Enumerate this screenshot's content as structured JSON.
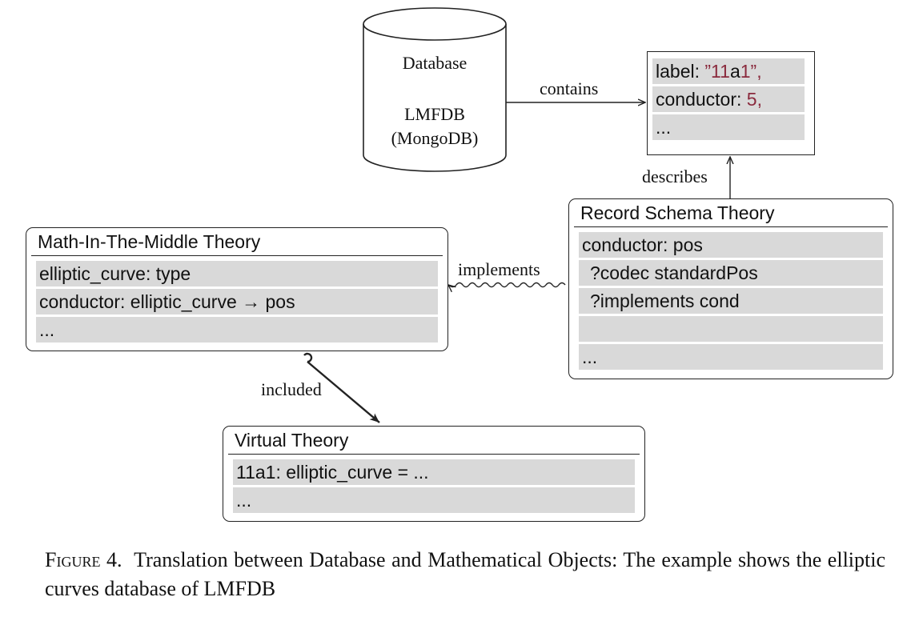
{
  "database": {
    "title": "Database",
    "name": "LMFDB",
    "engine": "(MongoDB)"
  },
  "record": {
    "label_key": "label:",
    "label_value_quote_open": "”",
    "label_value_1": "11",
    "label_value_2": "a",
    "label_value_3": "1",
    "label_value_quote_close": "”,",
    "conductor_key": "conductor:",
    "conductor_value": "5,",
    "ellipsis": "..."
  },
  "edges": {
    "contains": "contains",
    "describes": "describes",
    "implements": "implements",
    "included": "included"
  },
  "record_schema_theory": {
    "title": "Record Schema Theory",
    "rows": [
      "conductor: pos",
      "?codec standardPos",
      "?implements cond",
      "",
      "..."
    ]
  },
  "math_in_the_middle_theory": {
    "title": "Math-In-The-Middle Theory",
    "rows": [
      "elliptic_curve: type",
      "conductor: elliptic_curve → pos",
      "..."
    ]
  },
  "virtual_theory": {
    "title": "Virtual Theory",
    "rows": [
      "11a1: elliptic_curve  = ...",
      "..."
    ]
  },
  "caption": {
    "figure_label": "Figure 4.",
    "text": "Translation between Database and Mathematical Objects: The example shows the elliptic curves database of LMFDB"
  }
}
